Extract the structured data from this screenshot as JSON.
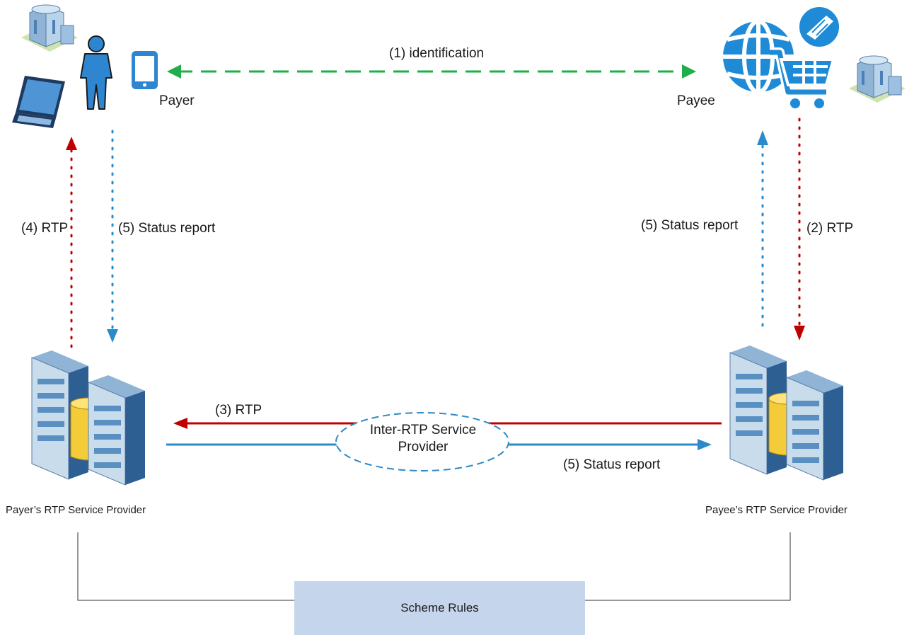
{
  "payer": {
    "label": "Payer"
  },
  "payee": {
    "label": "Payee"
  },
  "flows": {
    "identification": "(1) identification",
    "rtp_payee_to_psp": "(2) RTP",
    "rtp_inter": "(3) RTP",
    "rtp_to_payer": "(4) RTP",
    "status_payer": "(5) Status report",
    "status_payee": "(5) Status report",
    "status_inter": "(5) Status report"
  },
  "inter_provider": {
    "line1": "Inter-RTP Service",
    "line2": "Provider"
  },
  "payer_provider": {
    "label": "Payer’s RTP Service Provider"
  },
  "payee_provider": {
    "label": "Payee’s RTP Service Provider"
  },
  "scheme": {
    "label": "Scheme Rules"
  },
  "colors": {
    "green": "#1fae4b",
    "red": "#c00000",
    "blue": "#2b8ac9",
    "icon_blue": "#1f8ad6",
    "scheme_fill": "#c5d6ec"
  }
}
